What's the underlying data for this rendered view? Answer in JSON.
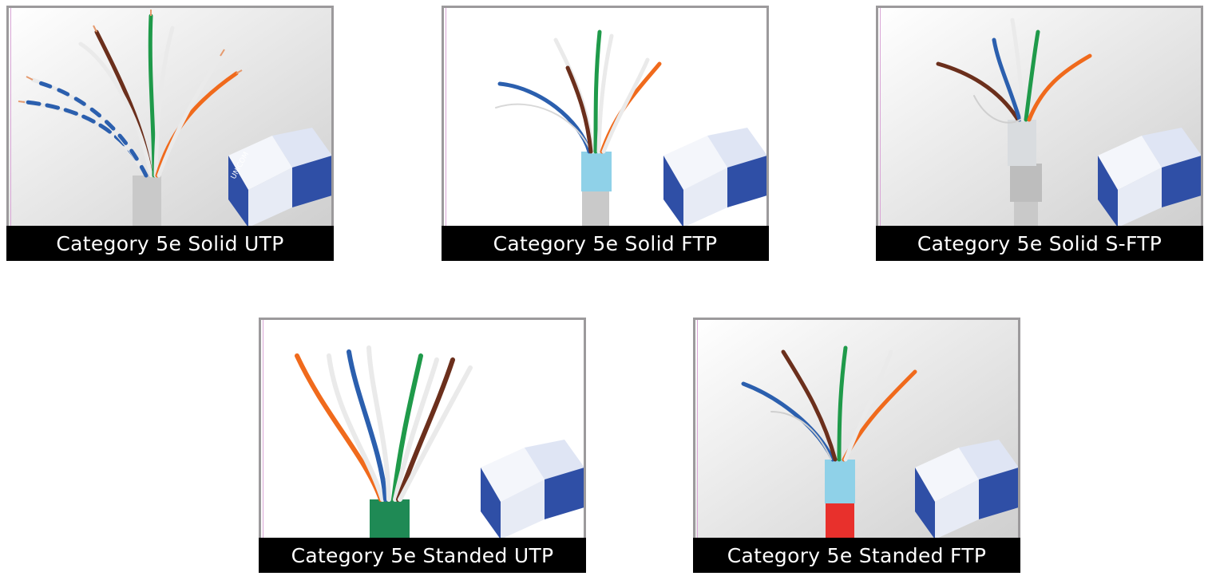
{
  "products": [
    {
      "caption": "Category 5e Solid UTP",
      "jacket_color": "#c9c9c9",
      "shield": "none"
    },
    {
      "caption": "Category 5e Solid FTP",
      "jacket_color": "#c9c9c9",
      "shield": "foil"
    },
    {
      "caption": "Category 5e Solid S-FTP",
      "jacket_color": "#c9c9c9",
      "shield": "braid"
    },
    {
      "caption": "Category 5e Standed UTP",
      "jacket_color": "#1f8a55",
      "shield": "none"
    },
    {
      "caption": "Category 5e Standed FTP",
      "jacket_color": "#e8302c",
      "shield": "foil"
    }
  ],
  "wire_colors": {
    "blue": "#2b5fae",
    "orange": "#f06a1c",
    "green": "#1f9a4a",
    "brown": "#6b2f1c",
    "copper": "#e59a6e"
  },
  "box_brand": "UNICOM"
}
